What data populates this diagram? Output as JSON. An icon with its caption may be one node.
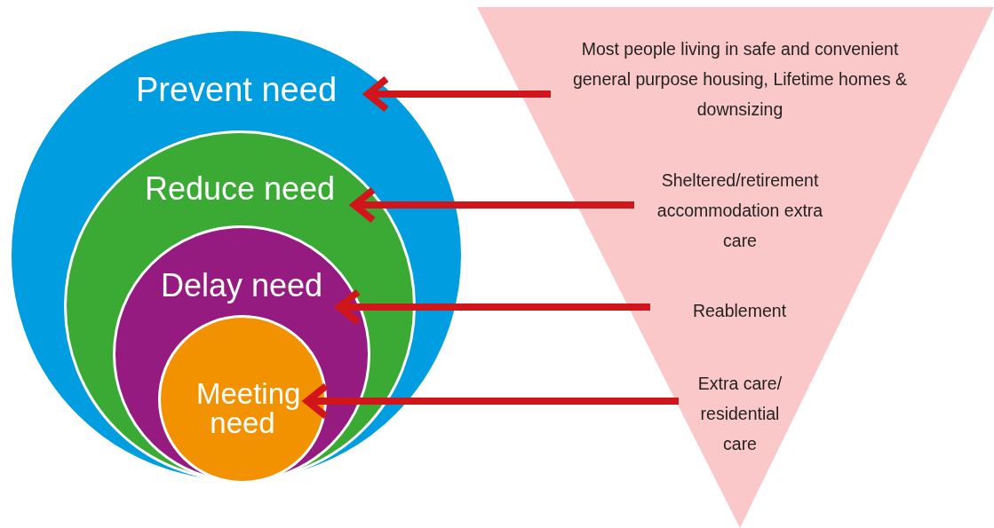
{
  "diagram": {
    "nodes": [
      {
        "text": [
          "Prevent need"
        ]
      },
      {
        "text": [
          "Reduce need"
        ],
        "in": 0
      },
      {
        "text": [
          "Delay need"
        ],
        "in": 1
      },
      {
        "text": [
          "Meeting need"
        ],
        "in": 2
      },
      {
        "text": [],
        "shape": "triangle"
      },
      {
        "text": [
          "Most people living in safe and convenient general purpose housing, Lifetime homes & downsizing"
        ],
        "in": 4
      },
      {
        "text": [
          "Sheltered/retirement accommodation extra care"
        ],
        "in": 4
      },
      {
        "text": [
          "Reablement"
        ],
        "in": 4
      },
      {
        "text": [
          "Extra care/ residential care"
        ],
        "in": 4
      }
    ],
    "edges": [
      {
        "from": 5,
        "to": 0,
        "arrow": "to"
      },
      {
        "from": 6,
        "to": 1,
        "arrow": "to"
      },
      {
        "from": 7,
        "to": 2,
        "arrow": "to"
      },
      {
        "from": 8,
        "to": 3,
        "arrow": "to"
      }
    ]
  }
}
